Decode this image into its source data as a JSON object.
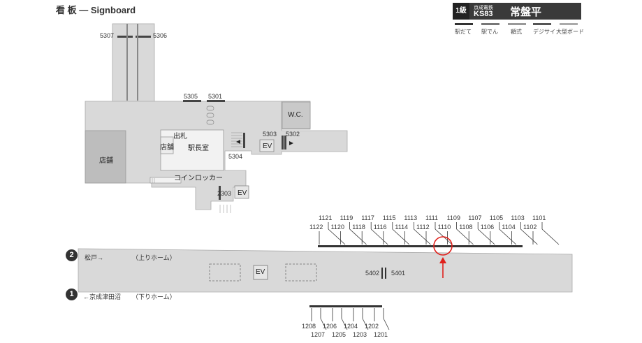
{
  "title": "看 板 ― Signboard",
  "station": {
    "grade": "1級",
    "line": "京成電鉄",
    "code": "KS83",
    "name": "常盤平"
  },
  "legend": [
    {
      "label": "駅だて",
      "color": "#333333"
    },
    {
      "label": "駅でん",
      "color": "#777777"
    },
    {
      "label": "額式",
      "color": "#999999"
    },
    {
      "label": "デジサイ",
      "color": "#555555"
    },
    {
      "label": "大型ボード",
      "color": "#aaaaaa"
    }
  ],
  "concourse": {
    "rooms": {
      "store_left": "店舗",
      "store_small": "店舗",
      "ticket_gate": "出札",
      "station_master": "駅長室",
      "wc": "W.C.",
      "ev": "EV",
      "locker": "コインロッカー",
      "ev2": "EV"
    },
    "board_ids": {
      "b5307": "5307",
      "b5306": "5306",
      "b5305": "5305",
      "b5301": "5301",
      "b5303": "5303",
      "b5302": "5302",
      "b5304": "5304",
      "b2303": "2303"
    }
  },
  "platform": {
    "track2_num": "2",
    "track2_dir": "松戸→",
    "track2_name": "（上りホーム）",
    "track1_num": "1",
    "track1_dir": "←京成津田沼",
    "track1_name": "（下りホーム）",
    "ev": "EV",
    "b5402": "5402",
    "b5401": "5401",
    "top_row_upper": [
      "1121",
      "1119",
      "1117",
      "1115",
      "1113",
      "1111",
      "1109",
      "1107",
      "1105",
      "1103",
      "1101"
    ],
    "top_row_lower": [
      "1122",
      "1120",
      "1118",
      "1116",
      "1114",
      "1112",
      "1110",
      "1108",
      "1106",
      "1104",
      "1102"
    ],
    "bottom_row_upper": [
      "1208",
      "1206",
      "1204",
      "1202"
    ],
    "bottom_row_lower": [
      "1207",
      "1205",
      "1203",
      "1201"
    ]
  },
  "highlight_color": "#e0201b"
}
